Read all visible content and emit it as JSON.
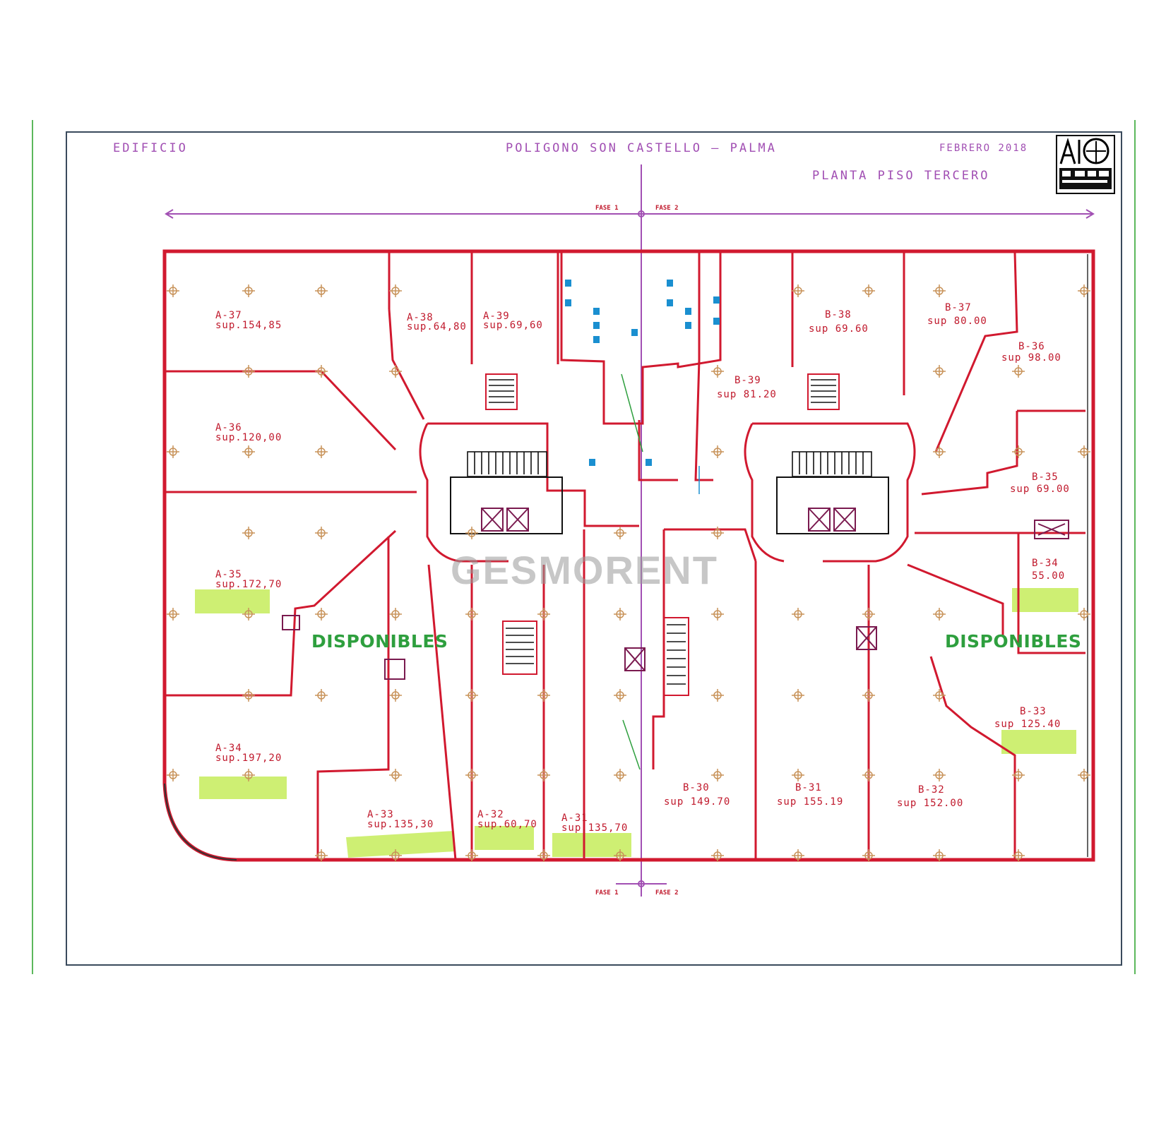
{
  "title_block": {
    "building": "EDIFICIO",
    "location": "POLIGONO SON CASTELLO — PALMA",
    "date": "FEBRERO 2018",
    "floor": "PLANTA PISO TERCERO"
  },
  "phase_labels": {
    "phase_1": "FASE 1",
    "phase_2": "FASE 2"
  },
  "watermark": "GESMORENT",
  "availability": {
    "left": "DISPONIBLES",
    "right": "DISPONIBLES"
  },
  "units": [
    {
      "id": "A-37",
      "area": "sup.154,85",
      "available": false
    },
    {
      "id": "A-38",
      "area": "sup.64,80",
      "available": false
    },
    {
      "id": "A-39",
      "area": "sup.69,60",
      "available": false
    },
    {
      "id": "A-36",
      "area": "sup.120,00",
      "available": false
    },
    {
      "id": "A-35",
      "area": "sup.172,70",
      "available": true
    },
    {
      "id": "A-34",
      "area": "sup.197,20",
      "available": true
    },
    {
      "id": "A-33",
      "area": "sup.135,30",
      "available": true
    },
    {
      "id": "A-32",
      "area": "sup.60,70",
      "available": true
    },
    {
      "id": "A-31",
      "area": "sup.135,70",
      "available": true
    },
    {
      "id": "B-38",
      "area": "sup 69.60",
      "available": false
    },
    {
      "id": "B-37",
      "area": "sup 80.00",
      "available": false
    },
    {
      "id": "B-36",
      "area": "sup 98.00",
      "available": false
    },
    {
      "id": "B-39",
      "area": "sup 81.20",
      "available": false
    },
    {
      "id": "B-35",
      "area": "sup 69.00",
      "available": false
    },
    {
      "id": "B-34",
      "area": "55.00",
      "available": true
    },
    {
      "id": "B-33",
      "area": "sup 125.40",
      "available": true
    },
    {
      "id": "B-30",
      "area": "sup 149.70",
      "available": false
    },
    {
      "id": "B-31",
      "area": "sup 155.19",
      "available": false
    },
    {
      "id": "B-32",
      "area": "sup 152.00",
      "available": false
    }
  ],
  "colors": {
    "walls": "#d1192f",
    "dimension": "#a14fb3",
    "highlight": "#c5ec5a",
    "available_text": "#2e9f3e",
    "frame": "#3a4a5c",
    "margin_line": "#5cb85c"
  },
  "icons": [
    "stair-icon",
    "elevator-icon",
    "toilet-icon",
    "logo-icon"
  ]
}
